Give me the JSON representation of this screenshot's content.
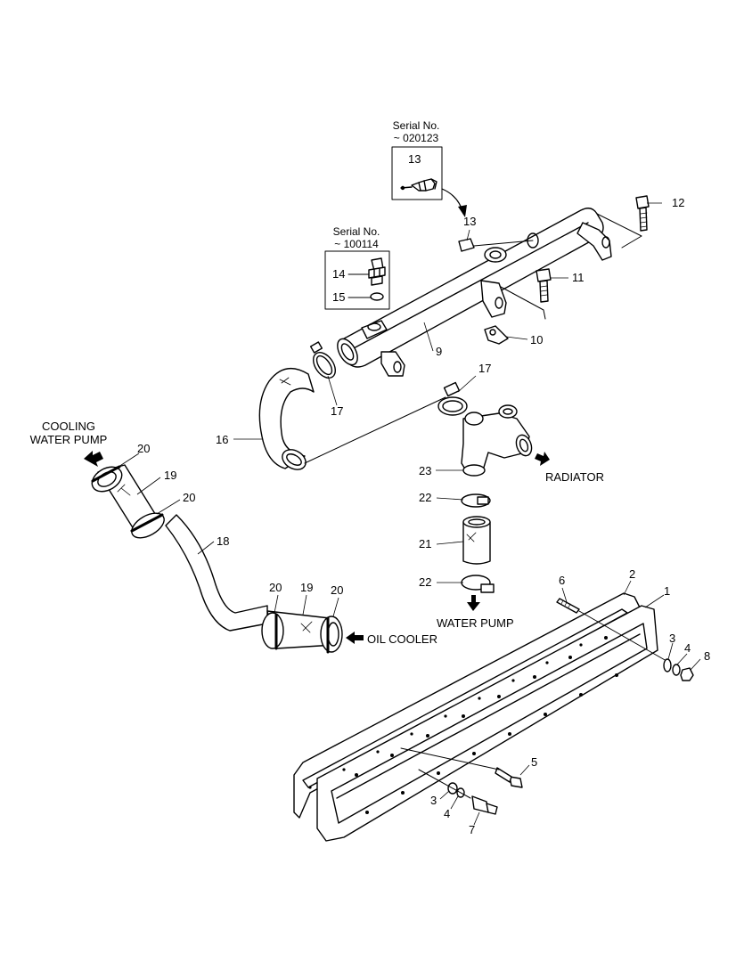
{
  "serial_boxes": [
    {
      "line1": "Serial No.",
      "line2": "~ 020123"
    },
    {
      "line1": "Serial No.",
      "line2": "~ 100114"
    }
  ],
  "directions": {
    "cooling_water_pump_1": "COOLING",
    "cooling_water_pump_2": "WATER PUMP",
    "radiator": "RADIATOR",
    "water_pump": "WATER PUMP",
    "oil_cooler": "OIL COOLER"
  },
  "callouts": {
    "c1": "1",
    "c2": "2",
    "c3a": "3",
    "c3b": "3",
    "c4a": "4",
    "c4b": "4",
    "c5": "5",
    "c6": "6",
    "c7": "7",
    "c8": "8",
    "c9": "9",
    "c10": "10",
    "c11": "11",
    "c12": "12",
    "c13box": "13",
    "c13": "13",
    "c14": "14",
    "c15": "15",
    "c16": "16",
    "c17a": "17",
    "c17b": "17",
    "c18": "18",
    "c19a": "19",
    "c19b": "19",
    "c20a": "20",
    "c20b": "20",
    "c20c": "20",
    "c20d": "20",
    "c21": "21",
    "c22a": "22",
    "c22b": "22",
    "c23": "23"
  }
}
